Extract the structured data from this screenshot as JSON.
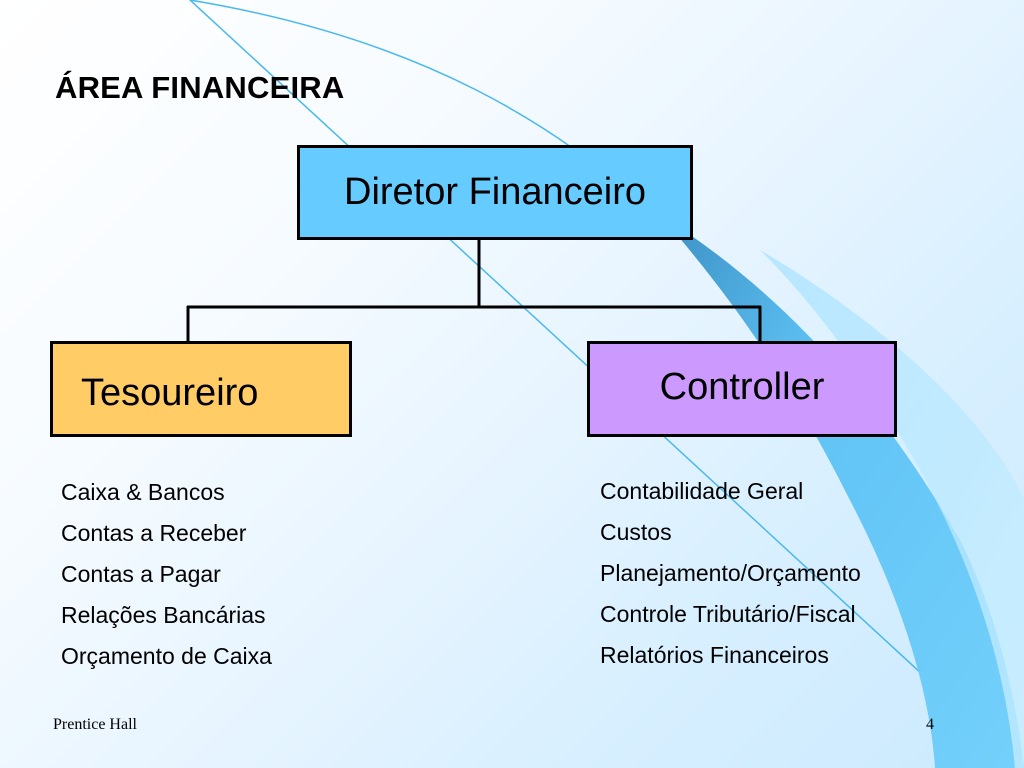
{
  "slide": {
    "title": "ÁREA FINANCEIRA"
  },
  "org_chart": {
    "director": "Diretor Financeiro",
    "treasurer": "Tesoureiro",
    "controller": "Controller"
  },
  "treasurer_duties": [
    "Caixa & Bancos",
    "Contas a Receber",
    "Contas a Pagar",
    "Relações Bancárias",
    "Orçamento de Caixa"
  ],
  "controller_duties": [
    "Contabilidade Geral",
    "Custos",
    "Planejamento/Orçamento",
    "Controle Tributário/Fiscal",
    "Relatórios Financeiros"
  ],
  "footer": {
    "publisher": "Prentice Hall",
    "page_number": "4"
  },
  "colors": {
    "director_box": "#66ccff",
    "treasurer_box": "#ffcc66",
    "controller_box": "#cc99ff",
    "background_swoosh": "#66ccff"
  }
}
